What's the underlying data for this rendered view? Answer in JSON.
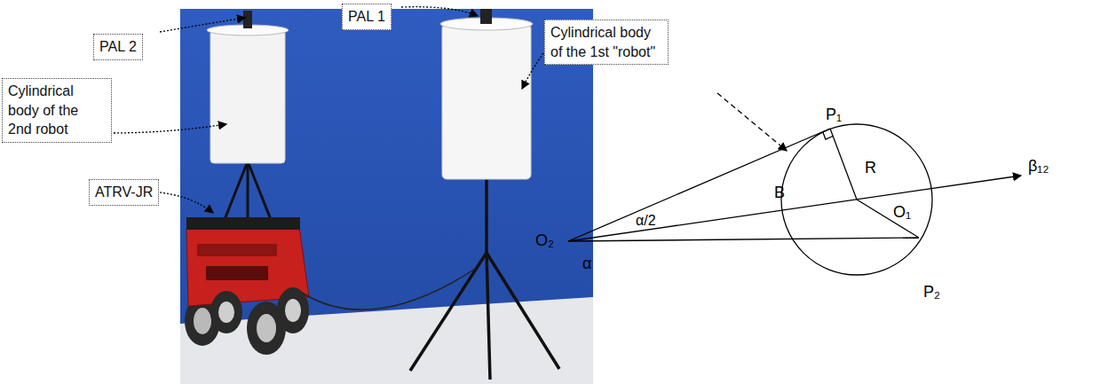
{
  "diagram": {
    "nodes": [
      {
        "text": [
          "PAL 2"
        ]
      },
      {
        "text": [
          "PAL 1"
        ]
      },
      {
        "text": [
          "Cylindrical body of the 2nd robot"
        ]
      },
      {
        "text": [
          "ATRV-JR"
        ]
      },
      {
        "text": [
          "Cylindrical body of the 1st \"robot\""
        ]
      }
    ],
    "labels": [
      "P₁",
      "R",
      "B",
      "β₁₂",
      "O₁",
      "O₂",
      "α/2",
      "P₂",
      "α"
    ]
  }
}
